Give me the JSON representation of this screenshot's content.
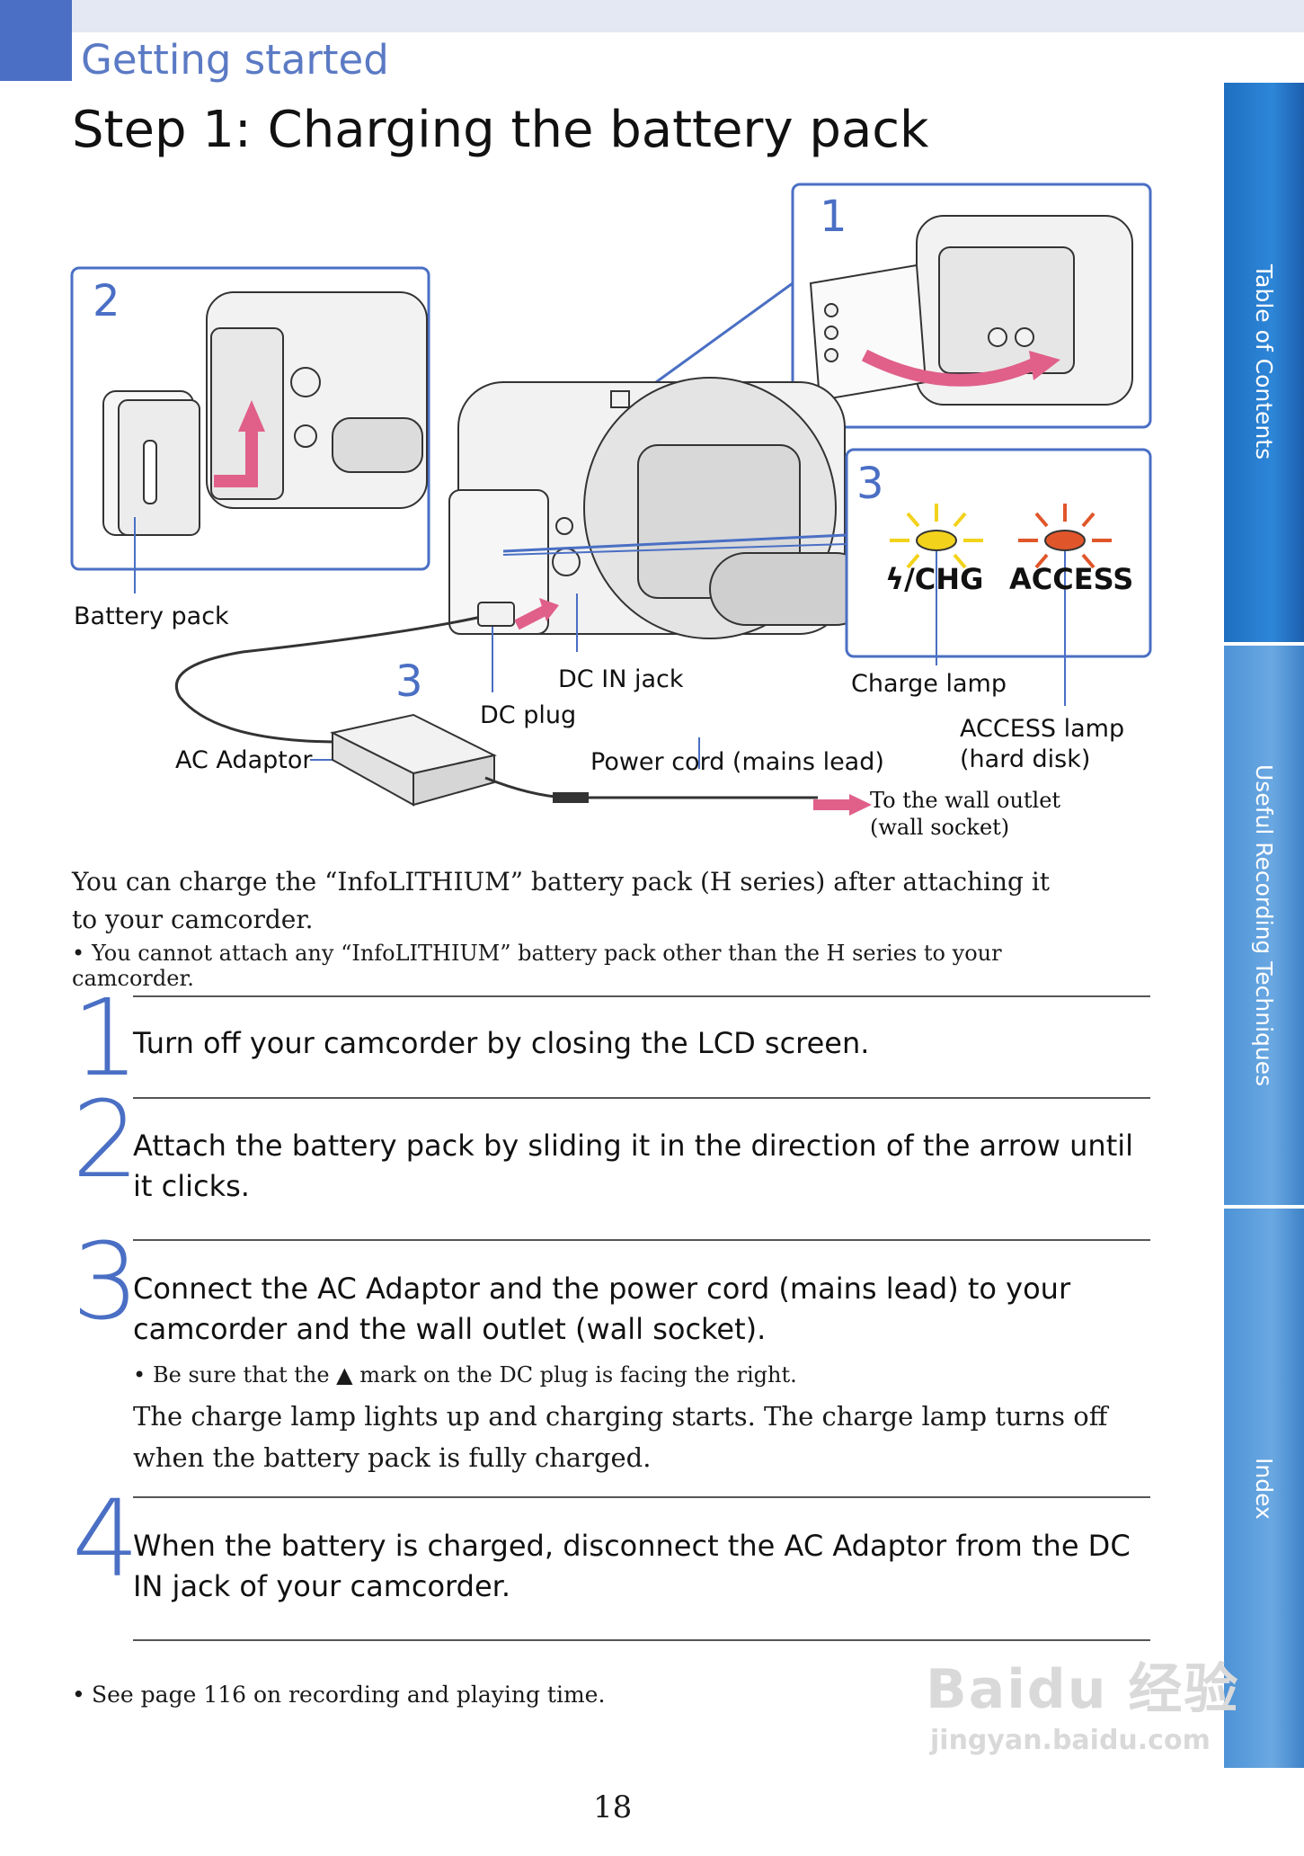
{
  "header": {
    "section_label": "Getting started",
    "title": "Step 1: Charging the battery pack"
  },
  "tabs": [
    {
      "label": "Table of Contents"
    },
    {
      "label": "Useful Recording Techniques"
    },
    {
      "label": "Index"
    }
  ],
  "figure": {
    "panel_numbers": [
      "1",
      "2",
      "3",
      "3"
    ],
    "callouts": {
      "battery_pack": "Battery pack",
      "dc_in_jack": "DC IN jack",
      "dc_plug": "DC plug",
      "ac_adaptor": "AC Adaptor",
      "power_cord": "Power cord (mains lead)",
      "charge_lamp": "Charge lamp",
      "access_lamp_1": "ACCESS lamp",
      "access_lamp_2": "(hard disk)",
      "wall_outlet_1": "To the wall outlet",
      "wall_outlet_2": "(wall socket)"
    },
    "lamp_labels": {
      "chg": "/CHG",
      "chg_symbol": "ϟ",
      "access": "ACCESS"
    },
    "colors": {
      "frame": "#4a6fc4",
      "arrow": "#e0608a",
      "charge_lamp": "#f2d21b",
      "access_lamp": "#e0562a"
    }
  },
  "intro": {
    "text": "You can charge the “InfoLITHIUM” battery pack (H series) after attaching it to your camcorder.",
    "note": "You cannot attach any “InfoLITHIUM” battery pack other than the H series to your camcorder."
  },
  "steps": [
    {
      "number": "1",
      "text": "Turn off your camcorder by closing the LCD screen."
    },
    {
      "number": "2",
      "text": "Attach the battery pack by sliding it in the direction of the arrow until it clicks."
    },
    {
      "number": "3",
      "text": "Connect the AC Adaptor and the power cord (mains lead) to your camcorder and the wall outlet (wall socket).",
      "note_before": "Be sure that the ",
      "note_symbol": "▲",
      "note_after": " mark on the DC plug is facing the right.",
      "body": "The charge lamp lights up and charging starts. The charge lamp turns off when the battery pack is fully charged."
    },
    {
      "number": "4",
      "text": "When the battery is charged, disconnect the AC Adaptor from the DC IN jack of your camcorder."
    }
  ],
  "footnote": "See page 116 on recording and playing time.",
  "page_number": "18",
  "watermark": {
    "text": "Baidu 经验",
    "url": "jingyan.baidu.com"
  }
}
